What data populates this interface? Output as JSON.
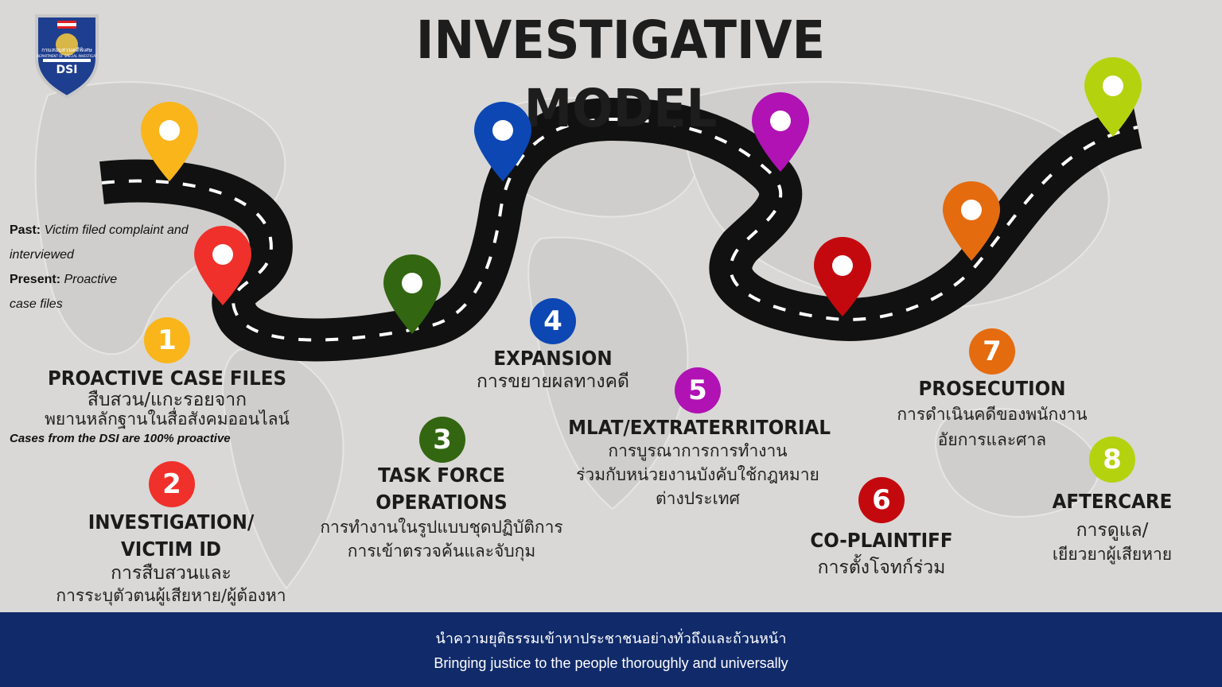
{
  "title": "INVESTIGATIVE MODEL",
  "logo": {
    "top_text": "กรมสอบสวนคดีพิเศษ",
    "sub_text": "DEPARTMENT OF SPECIAL INVESTIGATION",
    "abbr": "DSI"
  },
  "note": {
    "past_label": "Past:",
    "past_text": "Victim filed complaint and",
    "past_text2": "interviewed",
    "present_label": "Present:",
    "present_text": "Proactive",
    "present_text2": "case files"
  },
  "steps": [
    {
      "num": "1",
      "title": "PROACTIVE CASE FILES",
      "thai1": "สืบสวน/แกะรอยจาก",
      "thai2": "พยานหลักฐานในสื่อสังคมออนไลน์",
      "color": "#f9b51a"
    },
    {
      "num": "2",
      "title": "INVESTIGATION/",
      "title2": "VICTIM ID",
      "thai1": "การสืบสวนและ",
      "thai2": "การระบุตัวตนผู้เสียหาย/ผู้ต้องหา",
      "color": "#f0302a"
    },
    {
      "num": "3",
      "title": "TASK FORCE",
      "title2": "OPERATIONS",
      "thai1": "การทำงานในรูปแบบชุดปฏิบัติการ",
      "thai2": "การเข้าตรวจค้นและจับกุม",
      "color": "#336610"
    },
    {
      "num": "4",
      "title": "EXPANSION",
      "thai1": "การขยายผลทางคดี",
      "color": "#0c47b4"
    },
    {
      "num": "5",
      "title": "MLAT/EXTRATERRITORIAL",
      "thai1": "การบูรณาการการทำงาน",
      "thai2": "ร่วมกับหน่วยงานบังคับใช้กฎหมาย",
      "thai3": "ต่างประเทศ",
      "color": "#b012b4"
    },
    {
      "num": "6",
      "title": "CO-PLAINTIFF",
      "thai1": "การตั้งโจทก์ร่วม",
      "color": "#c4090e"
    },
    {
      "num": "7",
      "title": "PROSECUTION",
      "thai1": "การดำเนินคดีของพนักงาน",
      "thai2": "อัยการและศาล",
      "color": "#e56b0f"
    },
    {
      "num": "8",
      "title": "AFTERCARE",
      "thai1": "การดูแล/",
      "thai2": "เยียวยาผู้เสียหาย",
      "color": "#b5d20f"
    }
  ],
  "caption": "Cases from the DSI are 100% proactive",
  "footer": {
    "line1": "นำความยุติธรรมเข้าหาประชาชนอย่างทั่วถึงและถ้วนหน้า",
    "line2": "Bringing justice to the people thoroughly and universally"
  }
}
